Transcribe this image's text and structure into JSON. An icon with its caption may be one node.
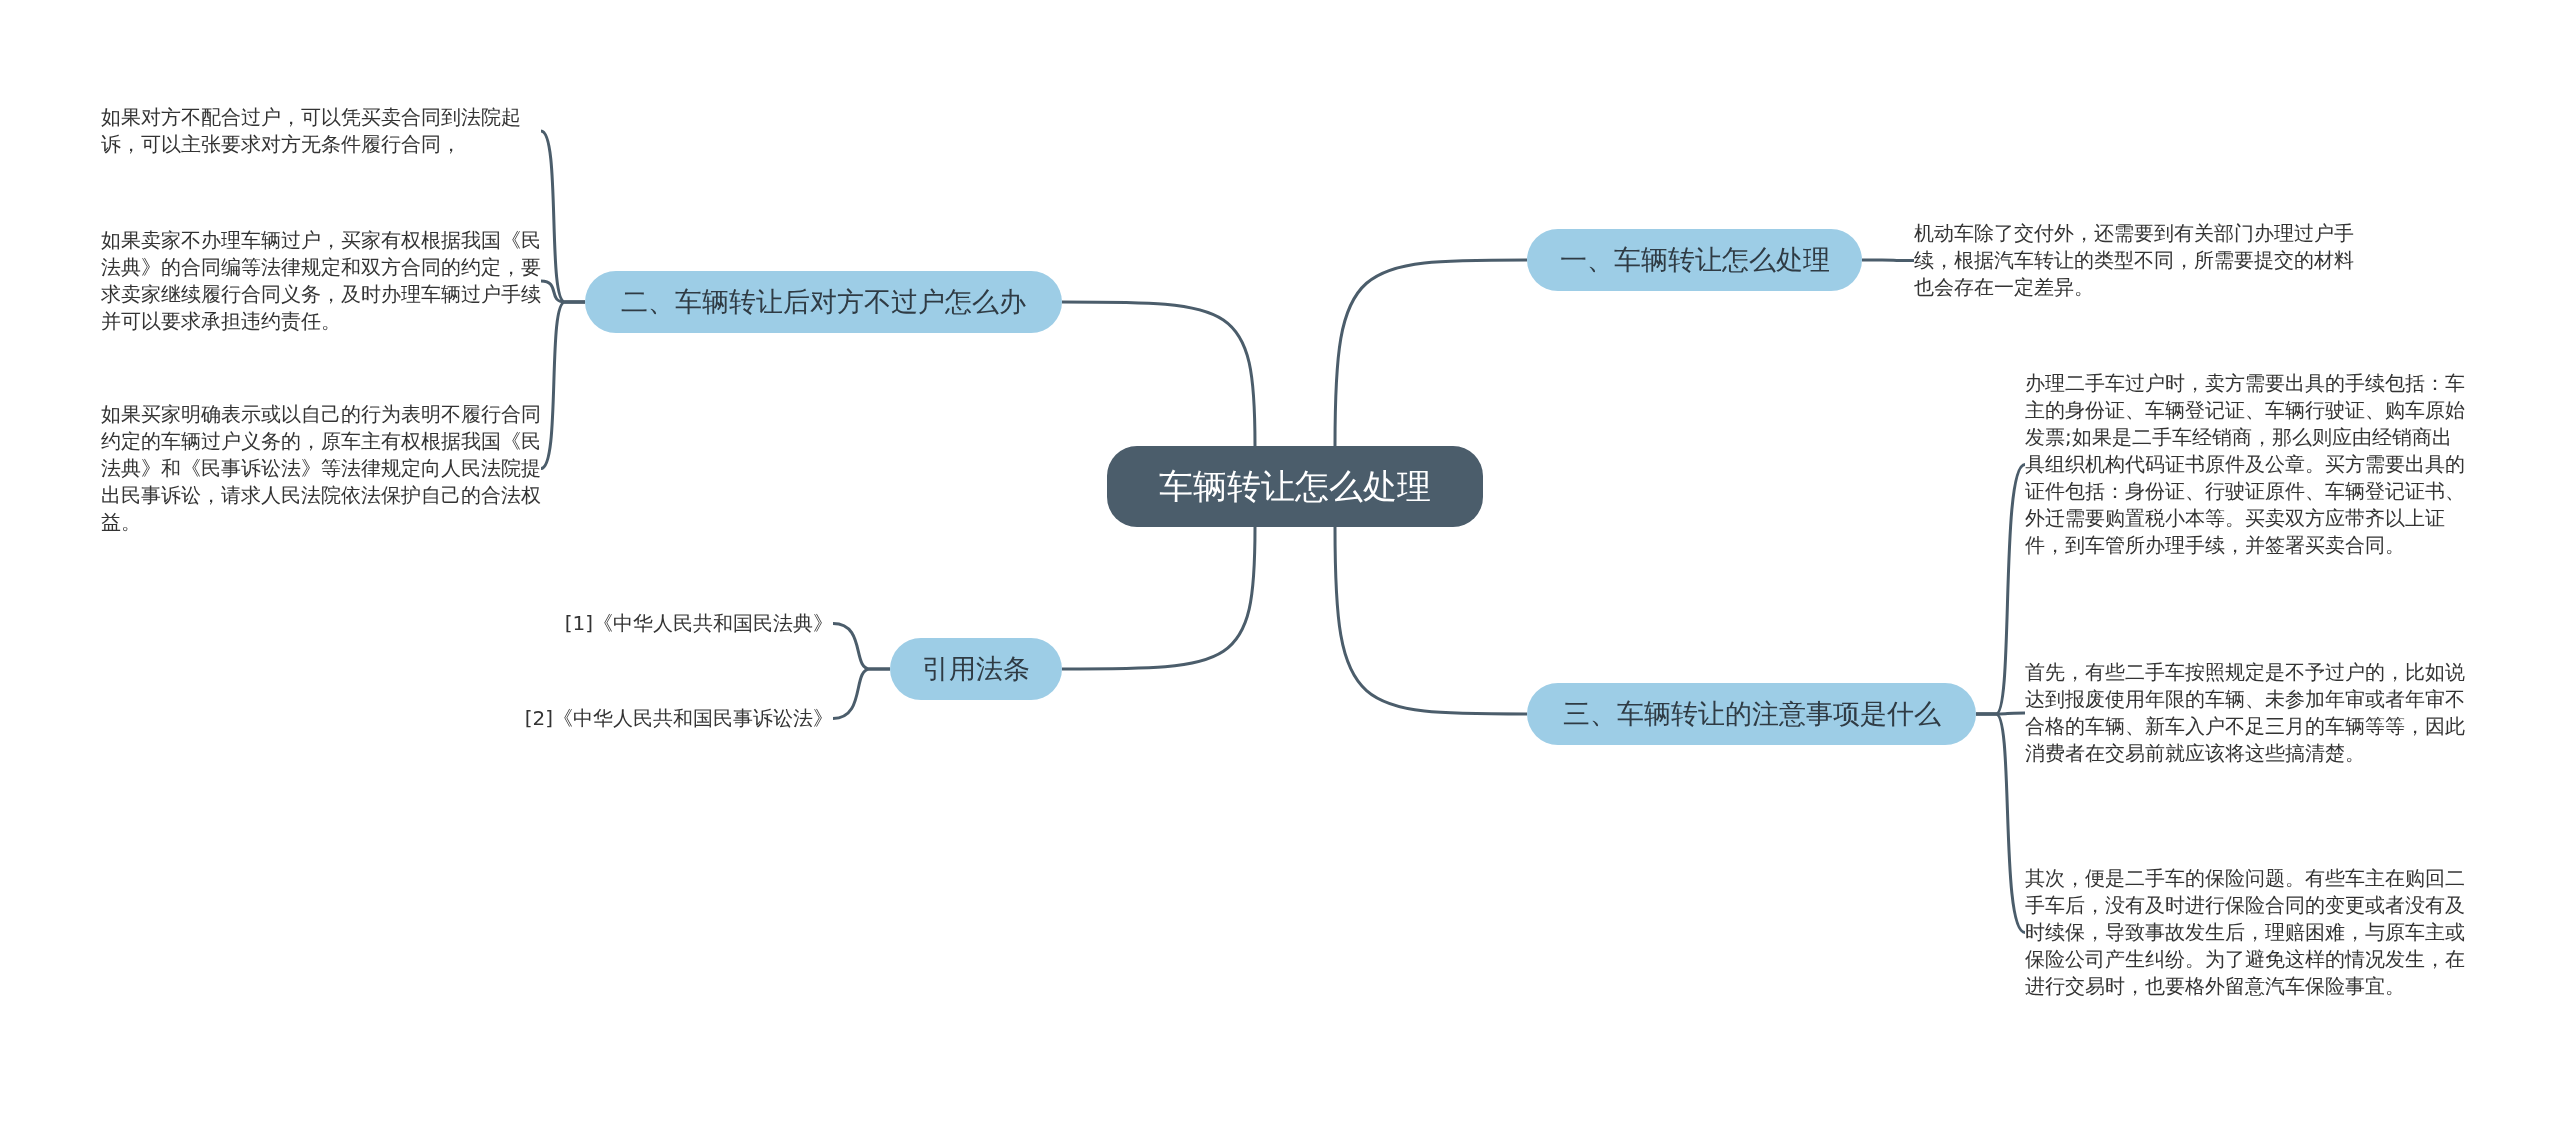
{
  "diagram": {
    "nodes": [
      {
        "text": [
          "车辆转让怎么处理"
        ]
      },
      {
        "text": [
          "一、车辆转让怎么处理"
        ]
      },
      {
        "text": [
          "机动车除了交付外，还需要到有关部门办理过户手续，根据汽车转让的类型不同，所需要提交的材料也会存在一定差异。"
        ]
      },
      {
        "text": [
          "二、车辆转让后对方不过户怎么办"
        ]
      },
      {
        "text": [
          "如果对方不配合过户，可以凭买卖合同到法院起诉，可以主张要求对方无条件履行合同，"
        ]
      },
      {
        "text": [
          "如果卖家不办理车辆过户，买家有权根据我国《民法典》的合同编等法律规定和双方合同的约定，要求卖家继续履行合同义务，及时办理车辆过户手续并可以要求承担违约责任。"
        ]
      },
      {
        "text": [
          "如果买家明确表示或以自己的行为表明不履行合同约定的车辆过户义务的，原车主有权根据我国《民法典》和《民事诉讼法》等法律规定向人民法院提出民事诉讼，请求人民法院依法保护自己的合法权益。"
        ]
      },
      {
        "text": [
          "引用法条"
        ]
      },
      {
        "text": [
          "[1]《中华人民共和国民法典》"
        ]
      },
      {
        "text": [
          "[2]《中华人民共和国民事诉讼法》"
        ]
      },
      {
        "text": [
          "三、车辆转让的注意事项是什么"
        ]
      },
      {
        "text": [
          "办理二手车过户时，卖方需要出具的手续包括：车主的身份证、车辆登记证、车辆行驶证、购车原始发票;如果是二手车经销商，那么则应由经销商出具组织机构代码证书原件及公章。买方需要出具的证件包括：身份证、行驶证原件、车辆登记证书、外迁需要购置税小本等。买卖双方应带齐以上证件，到车管所办理手续，并签署买卖合同。"
        ]
      },
      {
        "text": [
          "首先，有些二手车按照规定是不予过户的，比如说达到报废使用年限的车辆、未参加年审或者年审不合格的车辆、新车入户不足三月的车辆等等，因此消费者在交易前就应该将这些搞清楚。"
        ]
      },
      {
        "text": [
          "其次，便是二手车的保险问题。有些车主在购回二手车后，没有及时进行保险合同的变更或者没有及时续保，导致事故发生后，理赔困难，与原车主或保险公司产生纠纷。为了避免这样的情况发生，在进行交易时，也要格外留意汽车保险事宜。"
        ]
      }
    ],
    "edges": [
      {
        "from": 0,
        "to": 1,
        "arrow": "none"
      },
      {
        "from": 1,
        "to": 2,
        "arrow": "none"
      },
      {
        "from": 0,
        "to": 3,
        "arrow": "none"
      },
      {
        "from": 3,
        "to": 4,
        "arrow": "none"
      },
      {
        "from": 3,
        "to": 5,
        "arrow": "none"
      },
      {
        "from": 3,
        "to": 6,
        "arrow": "none"
      },
      {
        "from": 0,
        "to": 7,
        "arrow": "none"
      },
      {
        "from": 7,
        "to": 8,
        "arrow": "none"
      },
      {
        "from": 7,
        "to": 9,
        "arrow": "none"
      },
      {
        "from": 0,
        "to": 10,
        "arrow": "none"
      },
      {
        "from": 10,
        "to": 11,
        "arrow": "none"
      },
      {
        "from": 10,
        "to": 12,
        "arrow": "none"
      },
      {
        "from": 10,
        "to": 13,
        "arrow": "none"
      }
    ]
  }
}
